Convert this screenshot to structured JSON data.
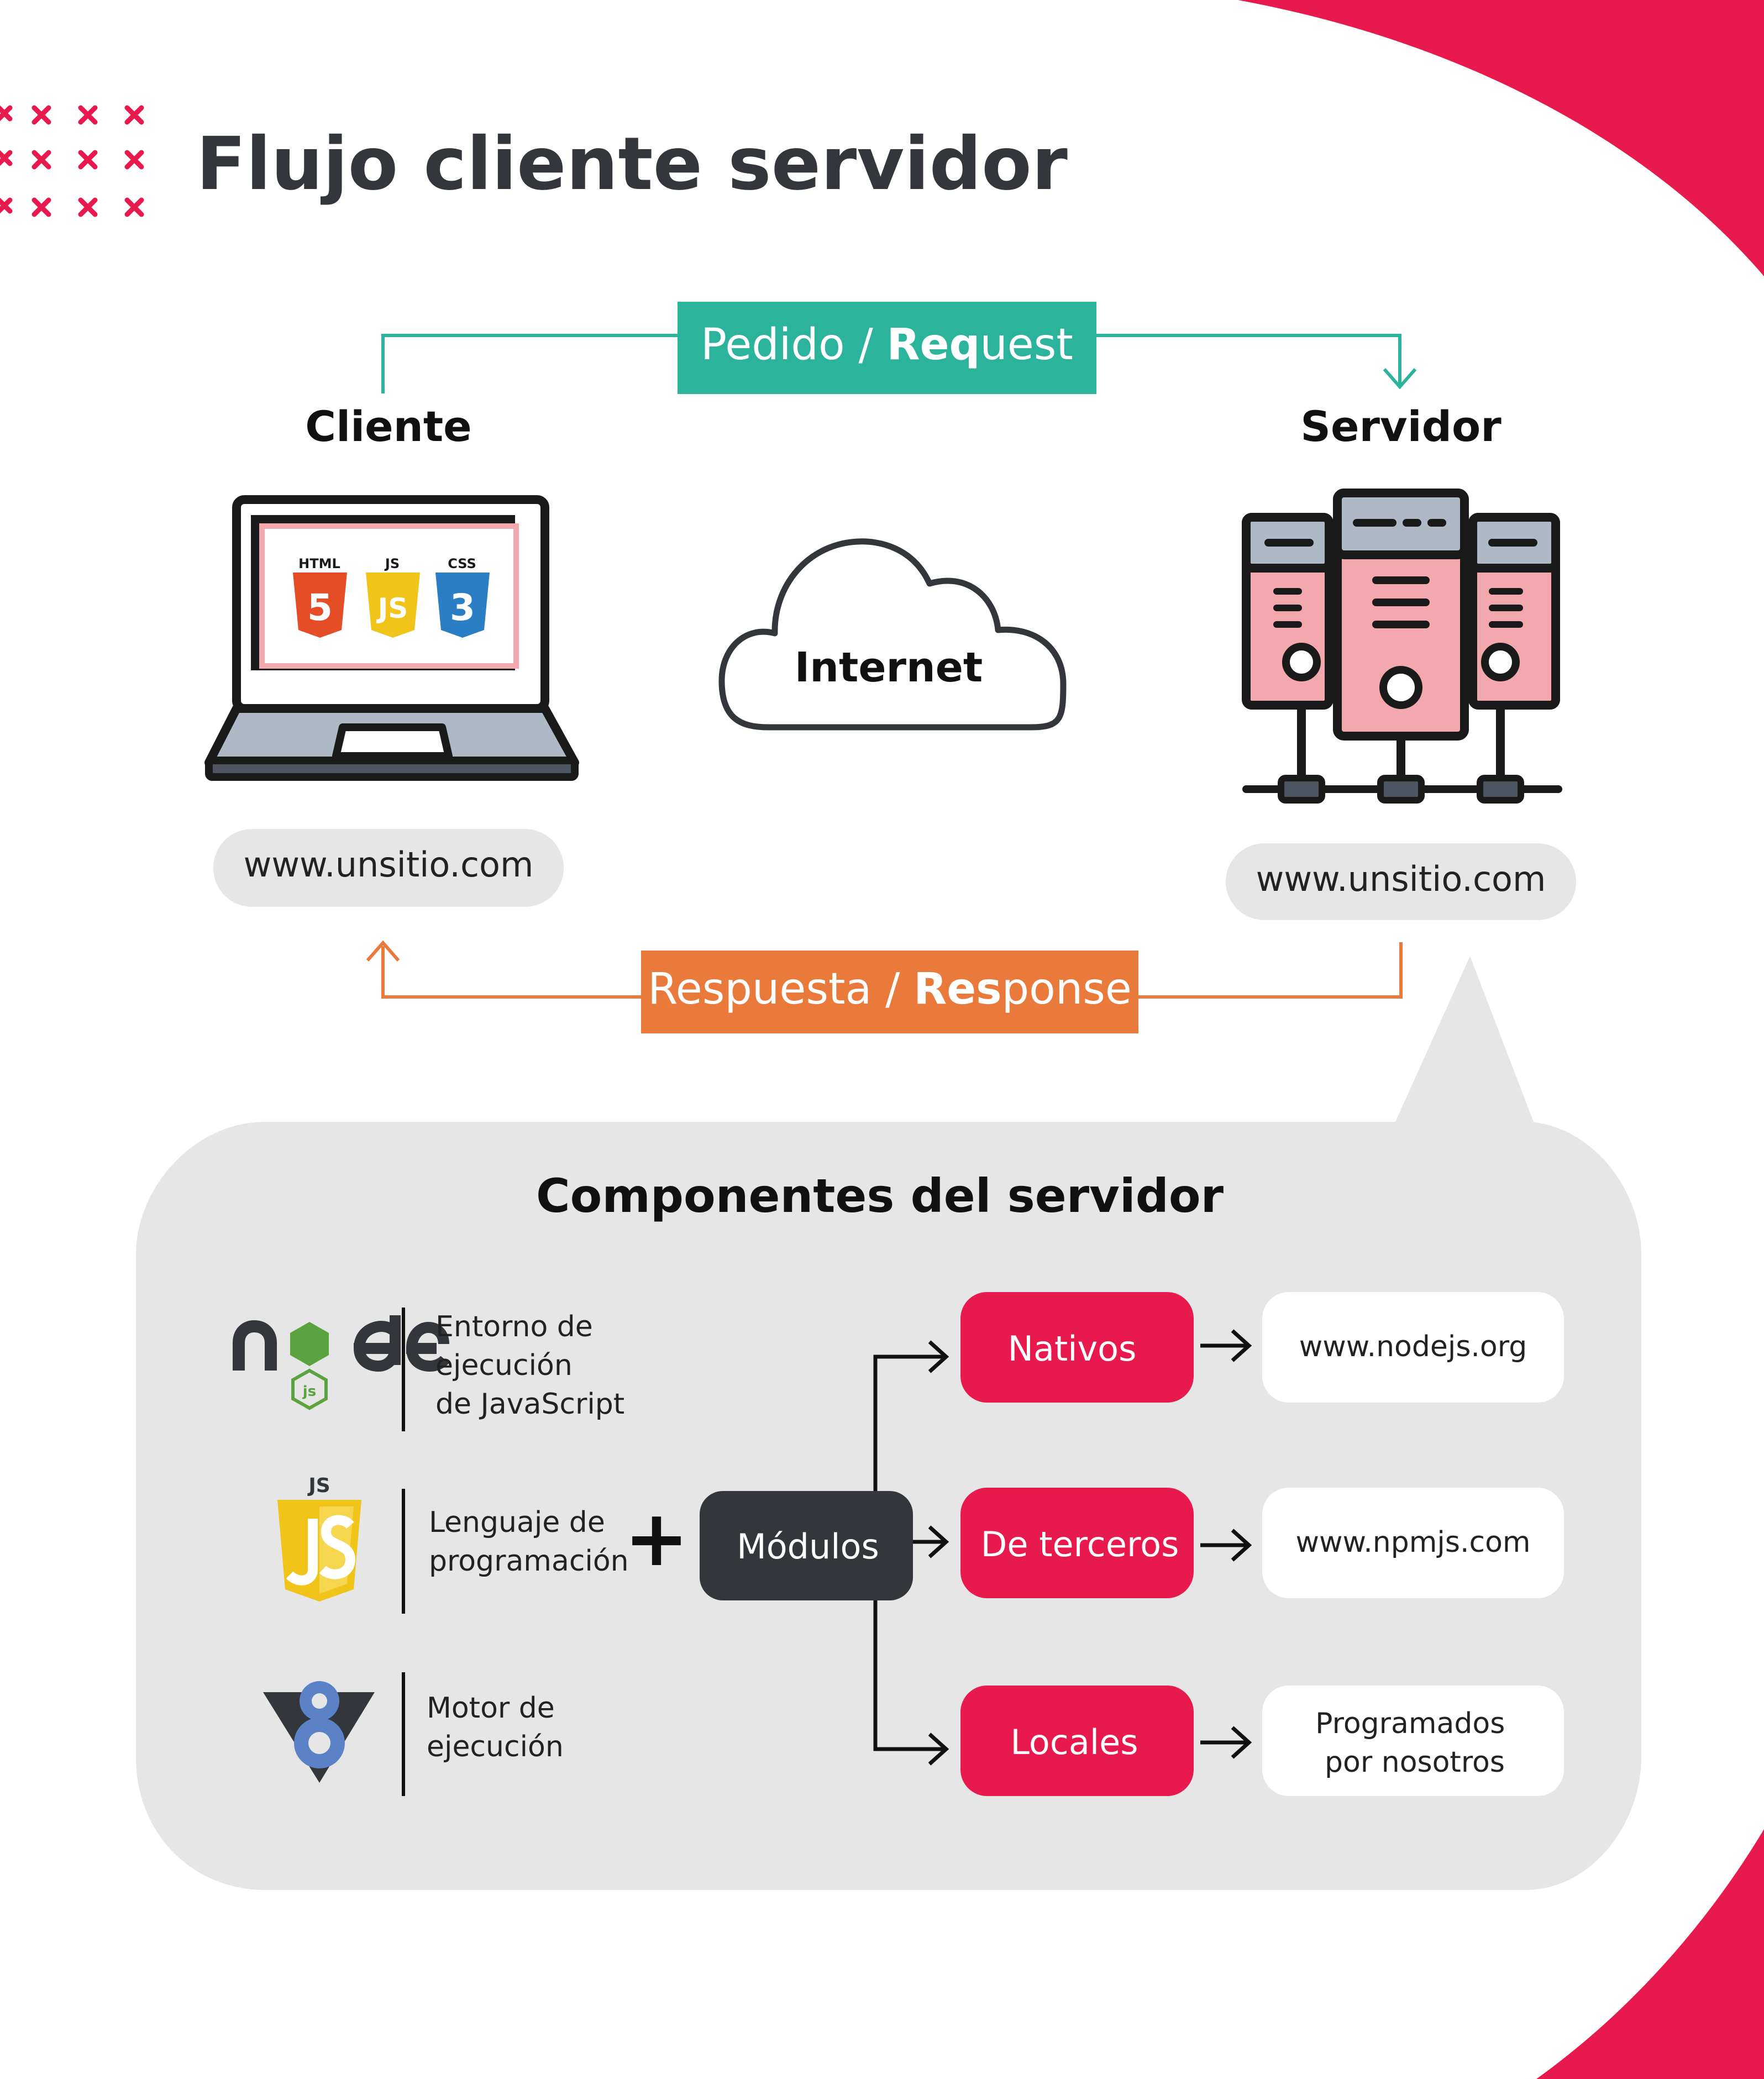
{
  "title": "Flujo cliente servidor",
  "request": {
    "prefix": "Pedido / ",
    "bold": "Req",
    "suffix": "uest"
  },
  "response": {
    "prefix": "Respuesta / ",
    "bold": "Res",
    "suffix": "ponse"
  },
  "client": {
    "label": "Cliente",
    "url": "www.unsitio.com",
    "screen_badges": [
      "HTML",
      "JS",
      "CSS"
    ],
    "badge_glyphs": [
      "5",
      "JS",
      "3"
    ]
  },
  "internet_label": "Internet",
  "server": {
    "label": "Servidor",
    "url": "www.unsitio.com"
  },
  "components": {
    "title": "Componentes del servidor",
    "items": [
      {
        "icon": "nodejs-logo-icon",
        "lines": [
          "Entorno de",
          "ejecución",
          "de JavaScript"
        ]
      },
      {
        "icon": "javascript-logo-icon",
        "icon_text": "JS",
        "lines": [
          "Lenguaje de",
          "programación"
        ]
      },
      {
        "icon": "v8-logo-icon",
        "lines": [
          "Motor de",
          "ejecución"
        ]
      }
    ],
    "plus": "+",
    "modules_label": "Módulos",
    "module_types": [
      {
        "label": "Nativos",
        "target_lines": [
          "www.nodejs.org"
        ]
      },
      {
        "label": "De terceros",
        "target_lines": [
          "www.npmjs.com"
        ]
      },
      {
        "label": "Locales",
        "target_lines": [
          "Programados",
          "por nosotros"
        ]
      }
    ]
  },
  "colors": {
    "accent_red": "#e8194c",
    "teal": "#2bb39c",
    "orange": "#ea7a3b",
    "dark": "#33373b",
    "panel_gray": "#e6e6e6",
    "server_pink": "#f2a8ad"
  }
}
